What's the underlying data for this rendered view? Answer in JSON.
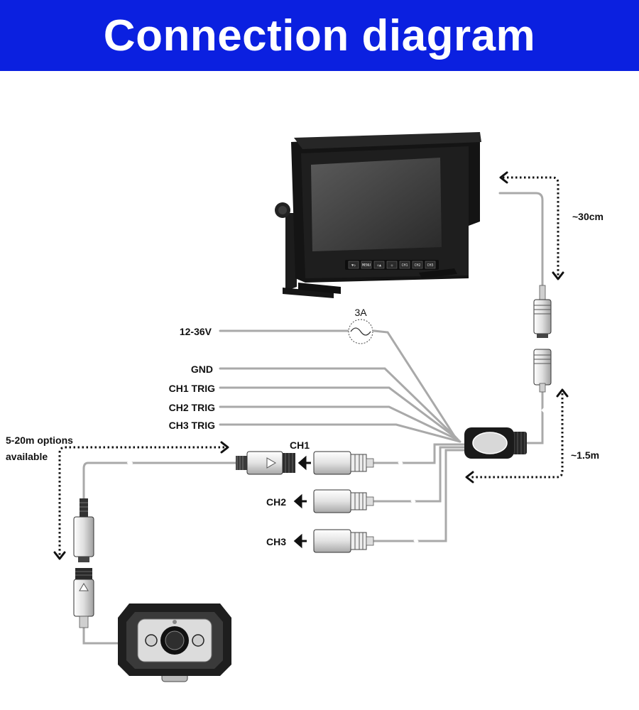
{
  "title": "Connection diagram",
  "labels": {
    "power": "12-36V",
    "fuse": "3A",
    "gnd": "GND",
    "ch1_trig": "CH1 TRIG",
    "ch2_trig": "CH2 TRIG",
    "ch3_trig": "CH3 TRIG",
    "ch1": "CH1",
    "ch2": "CH2",
    "ch3": "CH3",
    "len_monitor": "~30cm",
    "len_cable": "~1.5m",
    "ext_line1": "5-20m options",
    "ext_line2": "available"
  },
  "monitor_buttons": [
    "▼◇",
    "MENU",
    "◇▲",
    "◇",
    "CH1",
    "CH2",
    "CH3"
  ]
}
